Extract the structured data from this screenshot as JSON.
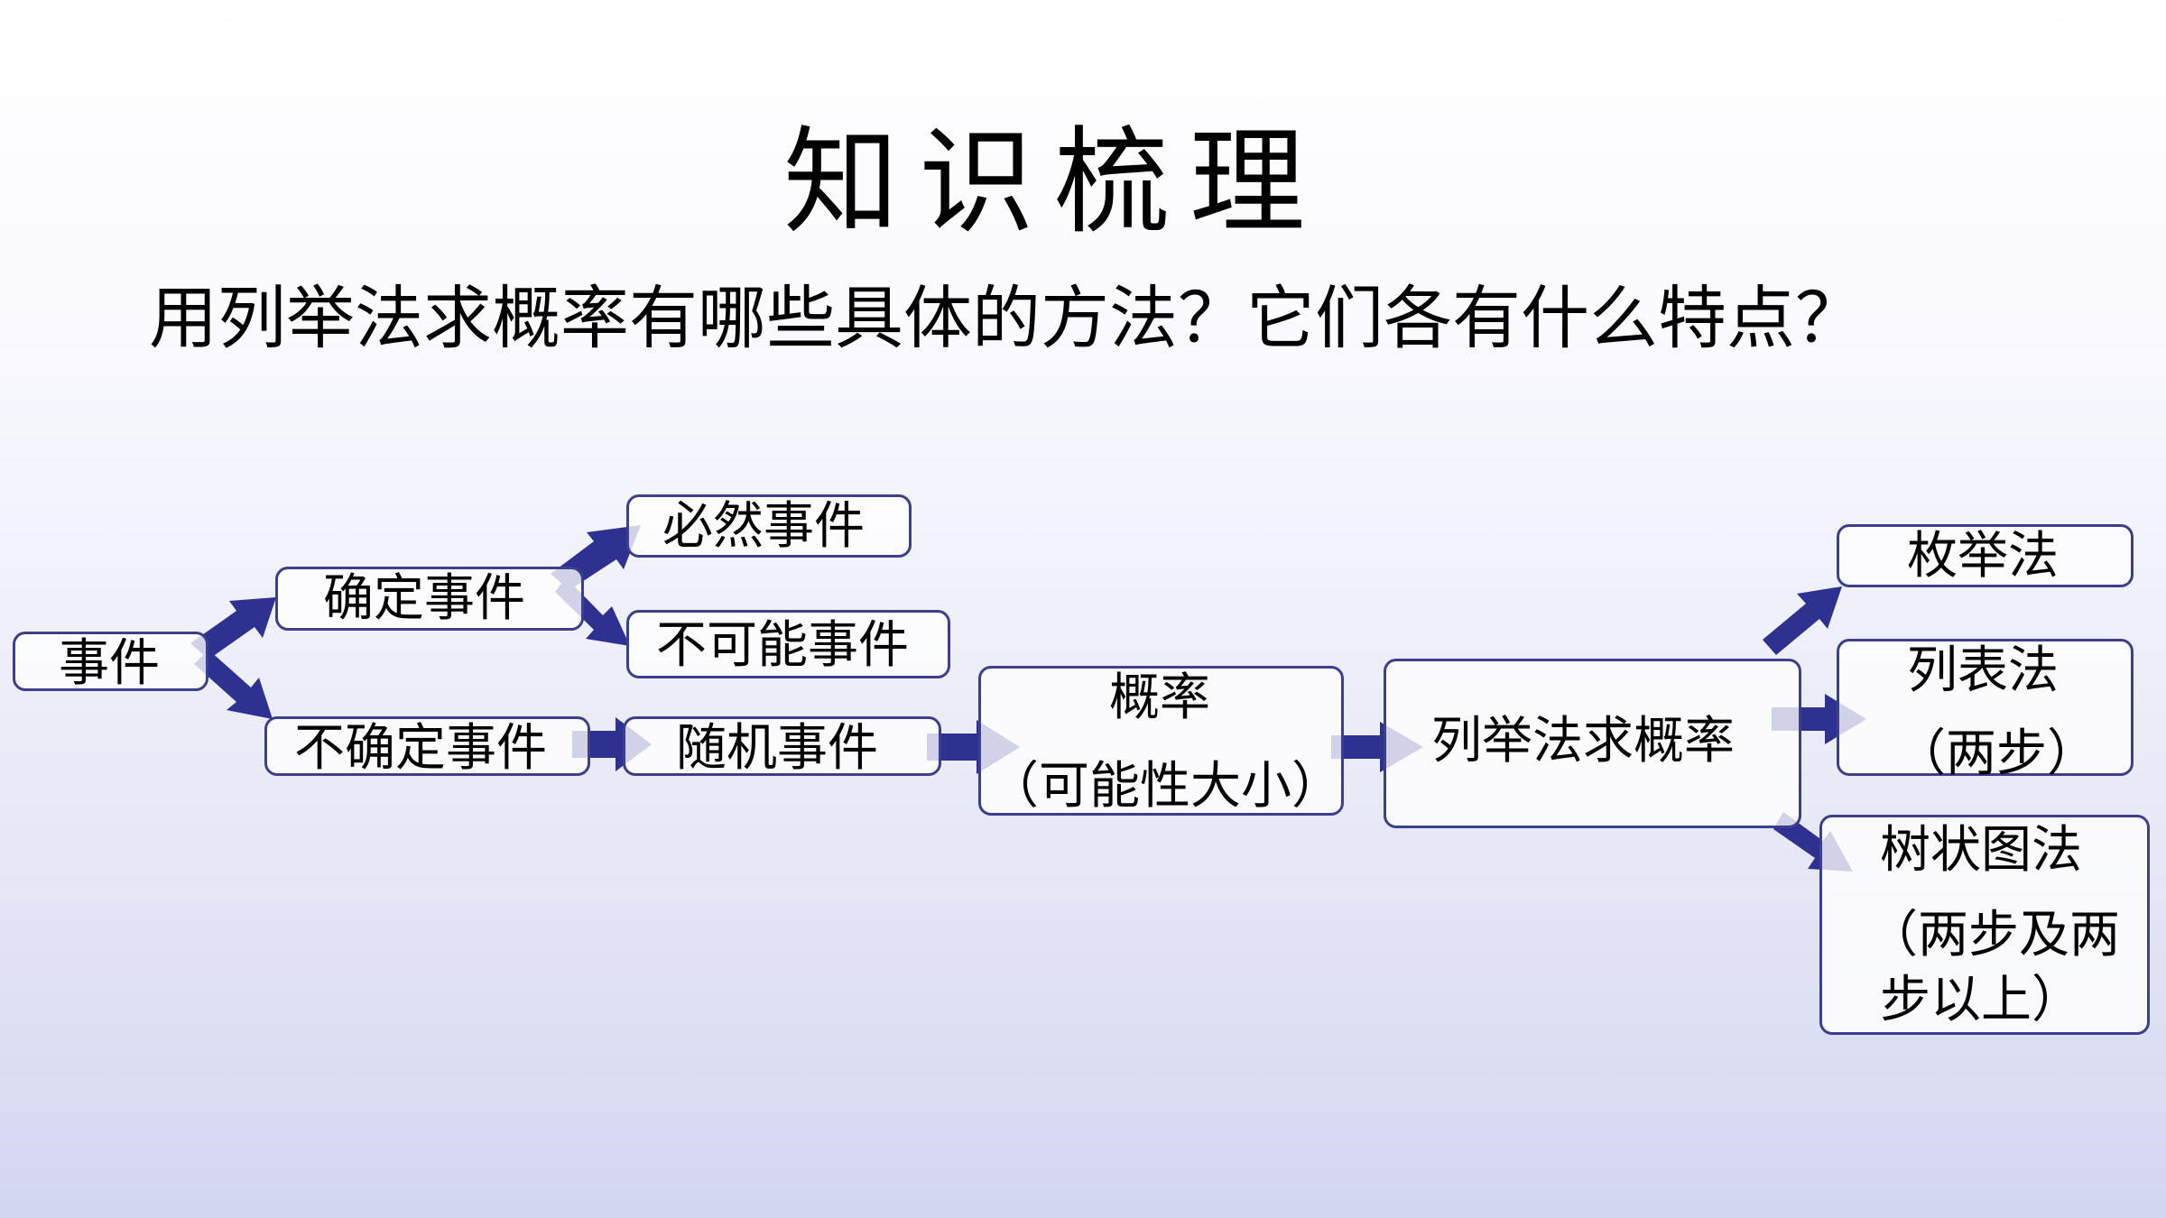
{
  "slide": {
    "title": "知识梳理",
    "question": "用列举法求概率有哪些具体的方法？它们各有什么特点？"
  },
  "diagram": {
    "arrow_color": "#2e3190",
    "border_color": "#3b3f8c",
    "nodes": {
      "event": "事件",
      "certain": "确定事件",
      "inevitable": "必然事件",
      "impossible": "不可能事件",
      "uncertain": "不确定事件",
      "random": "随机事件",
      "probability_line1": "概率",
      "probability_line2": "（可能性大小）",
      "enumeration_probability": "列举法求概率",
      "enumerate": "枚举法",
      "table_line1": "列表法",
      "table_line2": "（两步）",
      "tree_line1": "树状图法",
      "tree_line2": "（两步及两",
      "tree_line3": "步以上）"
    }
  }
}
